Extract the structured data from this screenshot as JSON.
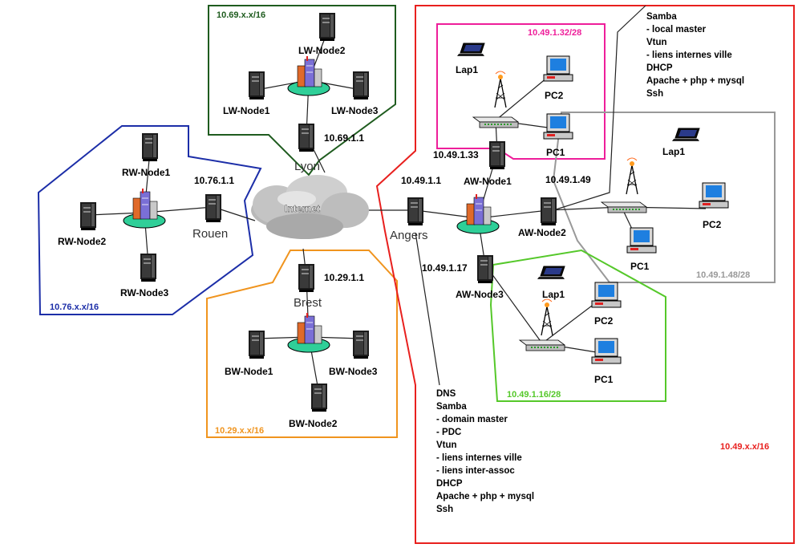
{
  "colors": {
    "lyon": "#1f5c1f",
    "rennes": "#1c2ea8",
    "brest": "#f0941e",
    "angers": "#e8201e",
    "sub32": "#ee1e9a",
    "sub48": "#999999",
    "sub16": "#55c82a"
  },
  "networks": {
    "lyon": "10.69.x.x/16",
    "rennes": "10.76.x.x/16",
    "brest": "10.29.x.x/16",
    "angers": "10.49.x.x/16",
    "sub32": "10.49.1.32/28",
    "sub48": "10.49.1.48/28",
    "sub16": "10.49.1.16/28"
  },
  "cities": {
    "lyon": "Lyon",
    "rouen": "Rouen",
    "brest": "Brest",
    "angers": "Angers"
  },
  "internet": "Internet",
  "ips": {
    "lyon": "10.69.1.1",
    "rouen": "10.76.1.1",
    "brest": "10.29.1.1",
    "angers": "10.49.1.1",
    "aw1": "10.49.1.33",
    "aw2": "10.49.1.49",
    "aw3": "10.49.1.17"
  },
  "nodes": {
    "lw1": "LW-Node1",
    "lw2": "LW-Node2",
    "lw3": "LW-Node3",
    "rw1": "RW-Node1",
    "rw2": "RW-Node2",
    "rw3": "RW-Node3",
    "bw1": "BW-Node1",
    "bw2": "BW-Node2",
    "bw3": "BW-Node3",
    "aw1": "AW-Node1",
    "aw2": "AW-Node2",
    "aw3": "AW-Node3"
  },
  "clients": {
    "s32": {
      "lap": "Lap1",
      "pc2": "PC2",
      "pc1": "PC1"
    },
    "s48": {
      "lap": "Lap1",
      "pc2": "PC2",
      "pc1": "PC1"
    },
    "s16": {
      "lap": "Lap1",
      "pc2": "PC2",
      "pc1": "PC1"
    }
  },
  "info_top": [
    "Samba",
    "- local master",
    "Vtun",
    "- liens internes ville",
    "DHCP",
    "Apache + php + mysql",
    "Ssh"
  ],
  "info_bottom": [
    "DNS",
    "Samba",
    "- domain master",
    "- PDC",
    "Vtun",
    "- liens internes ville",
    "- liens inter-assoc",
    "DHCP",
    "Apache + php + mysql",
    "Ssh"
  ]
}
